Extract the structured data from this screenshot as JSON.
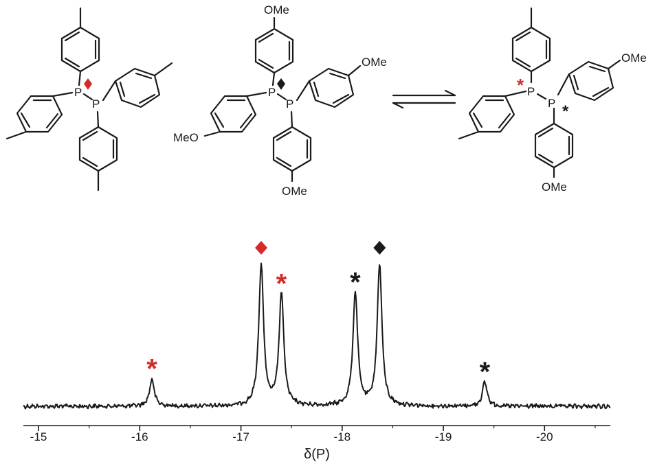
{
  "colors": {
    "red": "#d42a2a",
    "black": "#1a1a1a",
    "background": "#ffffff"
  },
  "structures": {
    "left": {
      "p1": "P",
      "p2": "P",
      "marker": "diamond",
      "marker_color": "#d42a2a"
    },
    "middle": {
      "p1": "P",
      "p2": "P",
      "marker": "diamond",
      "marker_color": "#1a1a1a",
      "sub_top": "OMe",
      "sub_right": "OMe",
      "sub_left": "MeO",
      "sub_bottom": "OMe"
    },
    "right": {
      "p1": "P",
      "p2": "P",
      "star1": "*",
      "star2": "*",
      "sub_right": "OMe",
      "sub_bottom": "OMe"
    },
    "equilibrium": "equilibrium-arrows"
  },
  "chart_data": {
    "type": "line",
    "xlabel": "δ(P)",
    "ylabel": "",
    "xlim": [
      -14.85,
      -20.65
    ],
    "x_reversed": true,
    "x_ticks": [
      -15,
      -16,
      -17,
      -18,
      -19,
      -20
    ],
    "tick_labels": [
      "-15",
      "-16",
      "-17",
      "-18",
      "-19",
      "-20"
    ],
    "grid": false,
    "peaks": [
      {
        "shift": -16.12,
        "height": 0.19,
        "marker": "*",
        "color": "#d42a2a"
      },
      {
        "shift": -17.2,
        "height": 1.0,
        "marker": "diamond",
        "color": "#d42a2a"
      },
      {
        "shift": -17.4,
        "height": 0.79,
        "marker": "*",
        "color": "#d42a2a"
      },
      {
        "shift": -18.13,
        "height": 0.8,
        "marker": "*",
        "color": "#1a1a1a"
      },
      {
        "shift": -18.37,
        "height": 1.0,
        "marker": "diamond",
        "color": "#1a1a1a"
      },
      {
        "shift": -19.41,
        "height": 0.17,
        "marker": "*",
        "color": "#1a1a1a"
      }
    ]
  }
}
